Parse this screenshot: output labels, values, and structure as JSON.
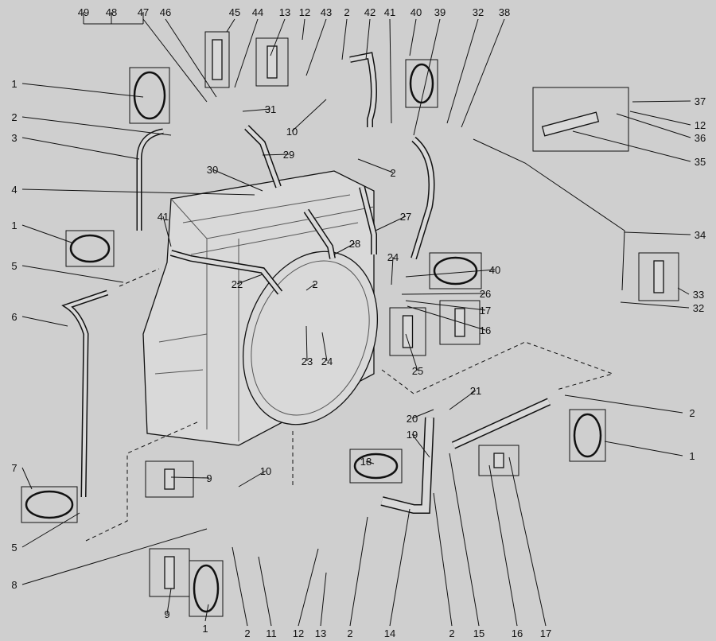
{
  "diagram": {
    "title": "Radiator cooling hoses exploded parts diagram",
    "callouts": [
      "49",
      "48",
      "47",
      "46",
      "45",
      "44",
      "13",
      "12",
      "43",
      "2",
      "42",
      "41",
      "40",
      "39",
      "32",
      "38",
      "1",
      "2",
      "3",
      "4",
      "1",
      "5",
      "6",
      "7",
      "5",
      "8",
      "9",
      "1",
      "2",
      "11",
      "12",
      "13",
      "2",
      "14",
      "2",
      "15",
      "16",
      "17",
      "37",
      "12",
      "36",
      "35",
      "34",
      "33",
      "32",
      "2",
      "1",
      "31",
      "10",
      "29",
      "2",
      "30",
      "41",
      "27",
      "28",
      "24",
      "40",
      "26",
      "17",
      "16",
      "2",
      "22",
      "23",
      "24",
      "25",
      "21",
      "20",
      "19",
      "18",
      "10",
      "9"
    ]
  }
}
